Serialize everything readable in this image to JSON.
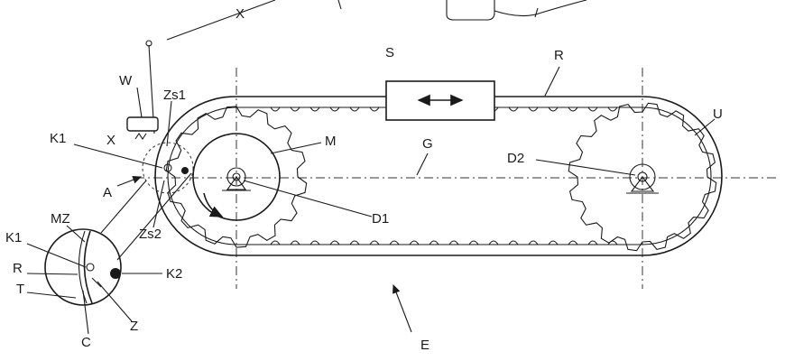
{
  "labels": {
    "X_top": "X",
    "S": "S",
    "R_top": "R",
    "W": "W",
    "Zs1": "Zs1",
    "U": "U",
    "M": "M",
    "K1_upper": "K1",
    "G": "G",
    "X_left": "X",
    "D2": "D2",
    "A": "A",
    "D1": "D1",
    "Zs2": "Zs2",
    "MZ": "MZ",
    "K1_lower": "K1",
    "K2": "K2",
    "R_detail": "R",
    "T": "T",
    "Z": "Z",
    "C": "C",
    "E": "E"
  }
}
